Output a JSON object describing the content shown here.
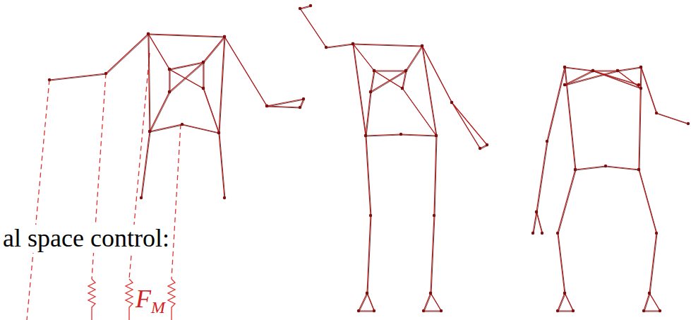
{
  "diagram": {
    "labels": [
      "al space control:",
      "F",
      "M"
    ]
  }
}
